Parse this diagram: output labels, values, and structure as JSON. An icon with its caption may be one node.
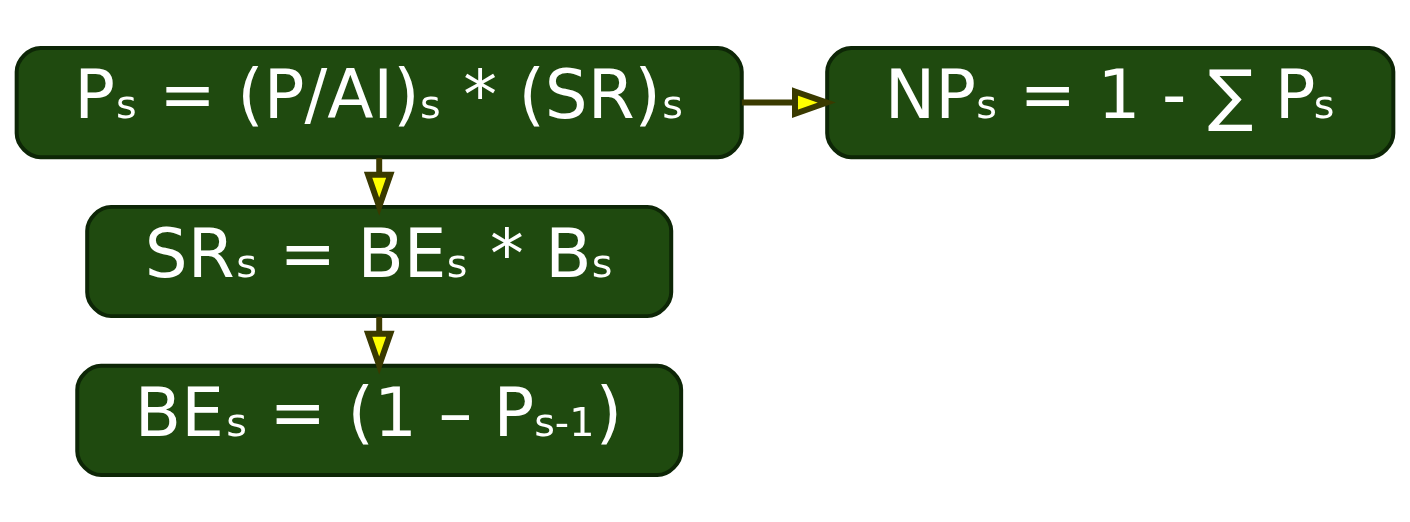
{
  "diagram": {
    "nodes": [
      {
        "text": [
          "P$_{s}$ = (P/AI)$_{s}$ * (SR)$_{s}$"
        ]
      },
      {
        "text": [
          "NP$_{s}$ = 1 - ∑ P$_{s}$"
        ]
      },
      {
        "text": [
          "SR$_{s}$ = BE$_{s}$ * B$_{s}$"
        ]
      },
      {
        "text": [
          "BE$_{s}$ = (1 – P$_{s-1}$)"
        ]
      }
    ],
    "edges": [
      {
        "from": 0,
        "to": 1,
        "arrow": "to"
      },
      {
        "from": 0,
        "to": 2,
        "arrow": "to"
      },
      {
        "from": 2,
        "to": 3,
        "arrow": "to"
      }
    ]
  }
}
